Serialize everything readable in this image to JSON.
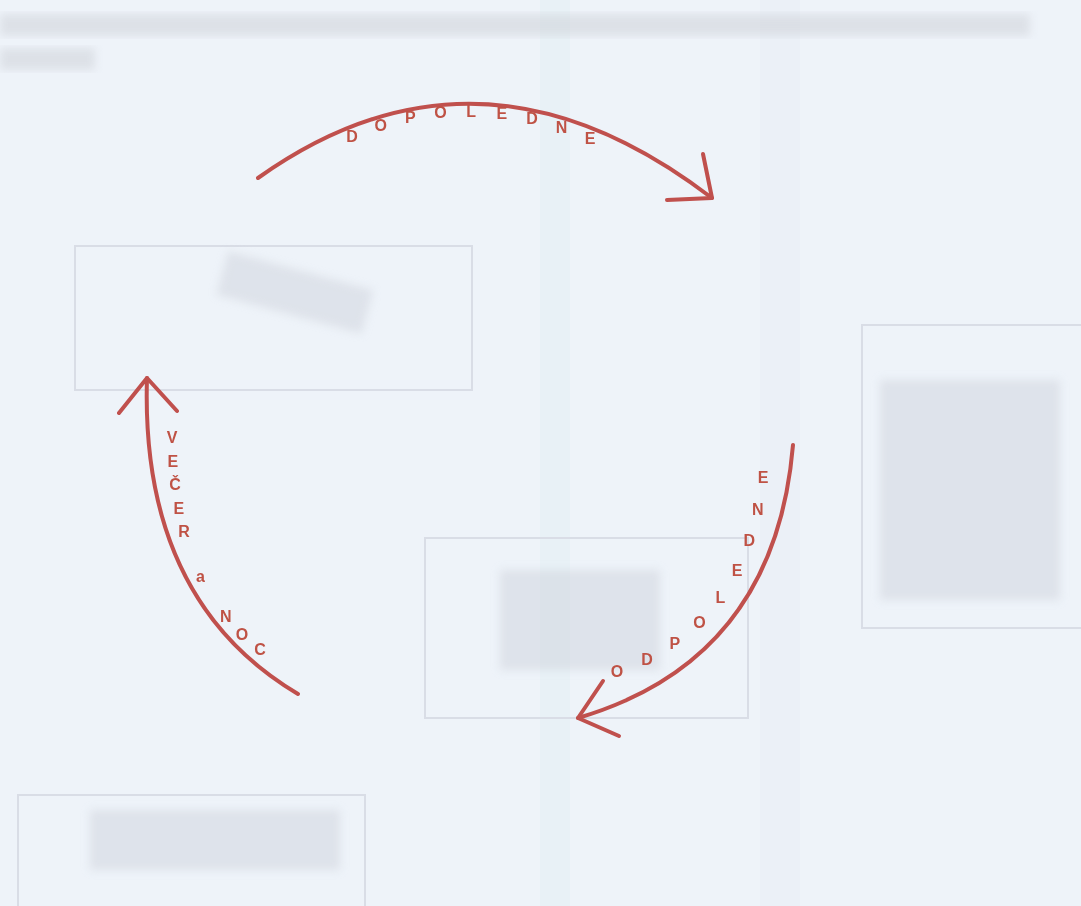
{
  "diagram": {
    "labels": [
      "DOPOLEDNE",
      "ODPOLEDNE",
      "VEČER a NOC"
    ]
  }
}
